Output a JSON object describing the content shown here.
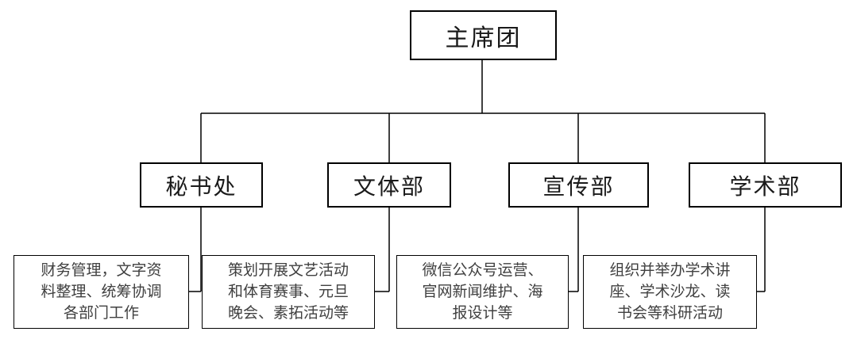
{
  "org_chart": {
    "root_label": "主席团",
    "departments": [
      {
        "label": "秘书处",
        "description": "财务管理，文字资料整理、统筹协调各部门工作",
        "description_lines": [
          "财务管理，文字资",
          "料整理、统筹协调",
          "各部门工作"
        ]
      },
      {
        "label": "文体部",
        "description": "策划开展文艺活动和体育赛事、元旦晚会、素拓活动等",
        "description_lines": [
          "策划开展文艺活动",
          "和体育赛事、元旦",
          "晚会、素拓活动等"
        ]
      },
      {
        "label": "宣传部",
        "description": "微信公众号运营、官网新闻维护、海报设计等",
        "description_lines": [
          "微信公众号运营、",
          "官网新闻维护、海",
          "报设计等"
        ]
      },
      {
        "label": "学术部",
        "description": "组织并举办学术讲座、学术沙龙、读书会等科研活动",
        "description_lines": [
          "组织并举办学术讲",
          "座、学术沙龙、读",
          "书会等科研活动"
        ]
      }
    ],
    "colors": {
      "box_border": "#000000",
      "connector_line": "#000000",
      "header_text": "#1a1a1a",
      "description_text": "#404040",
      "background": "#ffffff"
    }
  }
}
